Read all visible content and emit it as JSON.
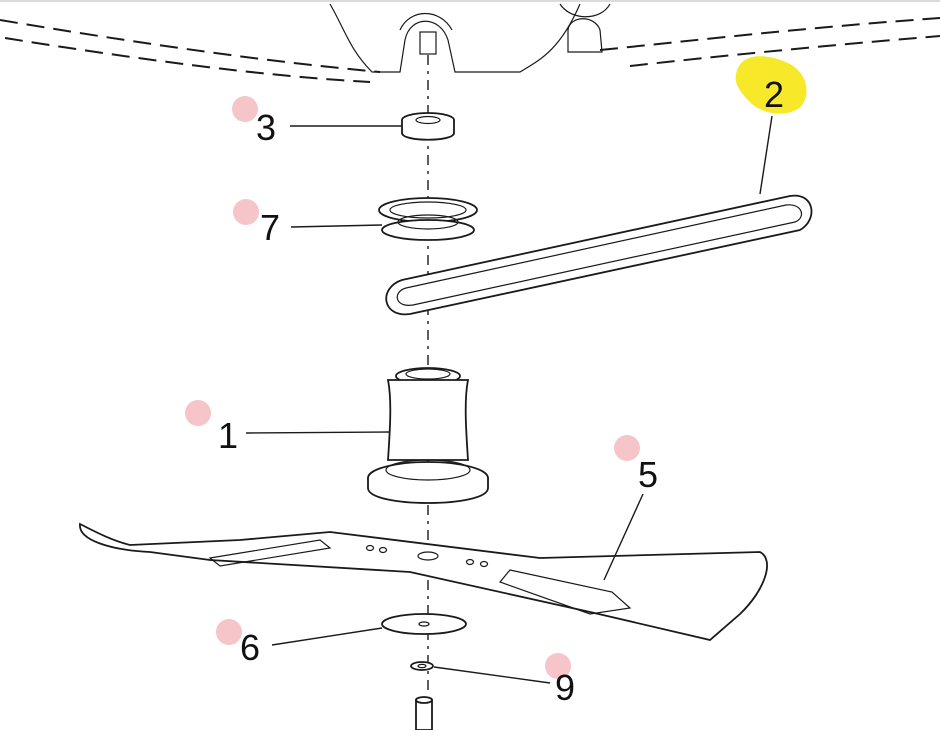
{
  "diagram": {
    "callouts": [
      {
        "id": "1",
        "label": "1"
      },
      {
        "id": "2",
        "label": "2"
      },
      {
        "id": "3",
        "label": "3"
      },
      {
        "id": "5",
        "label": "5"
      },
      {
        "id": "6",
        "label": "6"
      },
      {
        "id": "7",
        "label": "7"
      },
      {
        "id": "9",
        "label": "9"
      }
    ],
    "colors": {
      "marker_pink": "#f6c5c9",
      "highlight_yellow": "#f7e92a",
      "line": "#1a1a1a"
    }
  }
}
